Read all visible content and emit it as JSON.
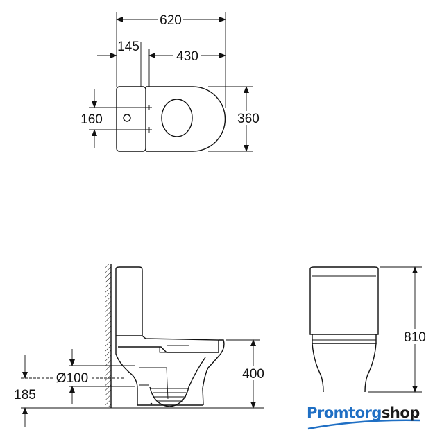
{
  "dimensions": {
    "overall_length": "620",
    "tank_offset": "145",
    "bowl_length": "430",
    "bolt_spacing": "160",
    "width": "360",
    "outlet_diameter": "Ø100",
    "outlet_height": "185",
    "seat_height": "400",
    "total_height": "810"
  },
  "logo": {
    "part1": "Promtorg",
    "part2": "shop"
  },
  "colors": {
    "line": "#111111",
    "logo_blue": "#1f6fc4",
    "logo_dark": "#1a1a1a"
  }
}
